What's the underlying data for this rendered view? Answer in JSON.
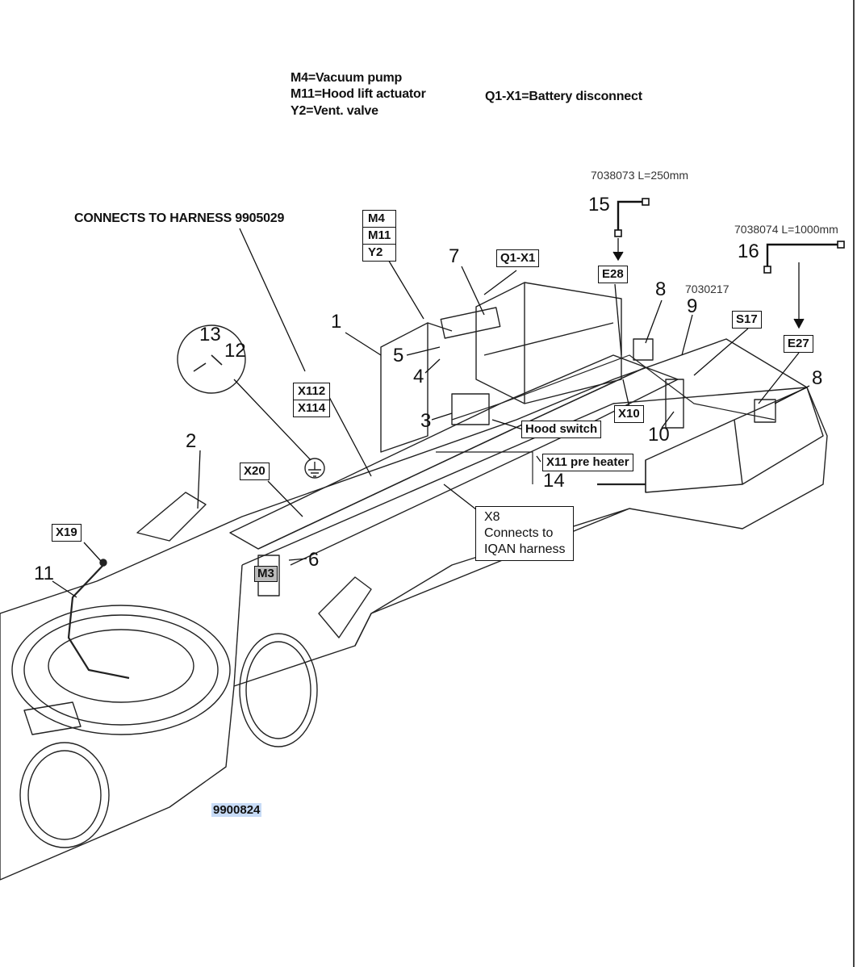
{
  "legend": {
    "m4": "M4=Vacuum pump",
    "m11": "M11=Hood lift actuator",
    "y2": "Y2=Vent. valve",
    "q1x1": "Q1-X1=Battery disconnect"
  },
  "notes": {
    "harness": "CONNECTS TO HARNESS 9905029",
    "cable15": "7038073 L=250mm",
    "cable16": "7038074 L=1000mm",
    "part_7030217": "7030217",
    "part_id": "9900824"
  },
  "boxes": {
    "m4_stack": [
      "M4",
      "M11",
      "Y2"
    ],
    "x112_stack": [
      "X112",
      "X114"
    ],
    "q1x1": "Q1-X1",
    "e28": "E28",
    "s17": "S17",
    "e27": "E27",
    "x10": "X10",
    "hood_switch": "Hood switch",
    "x11": "X11 pre heater",
    "x20": "X20",
    "x19": "X19",
    "m3": "M3",
    "x8": [
      "X8",
      "Connects to",
      "IQAN harness"
    ]
  },
  "callouts": {
    "n1": "1",
    "n2": "2",
    "n3": "3",
    "n4": "4",
    "n5": "5",
    "n6": "6",
    "n7": "7",
    "n8a": "8",
    "n8b": "8",
    "n9": "9",
    "n10": "10",
    "n11": "11",
    "n12": "12",
    "n13": "13",
    "n14": "14",
    "n15": "15",
    "n16": "16"
  }
}
